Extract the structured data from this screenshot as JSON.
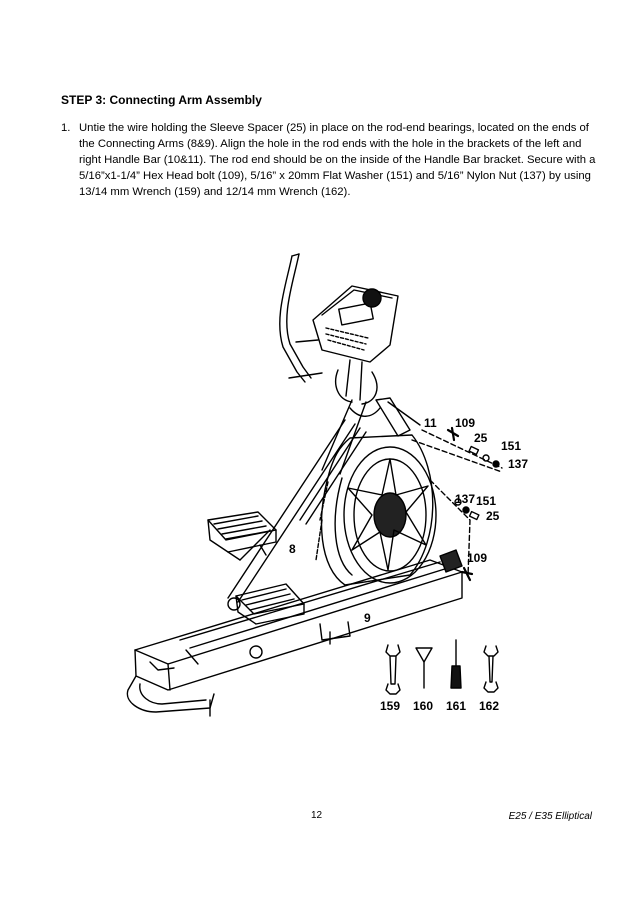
{
  "heading": "STEP 3: Connecting Arm Assembly",
  "steps": [
    {
      "number": "1.",
      "text": "Untie the wire holding the Sleeve Spacer (25) in place on the rod-end bearings, located on the ends of the Connecting Arms (8&9). Align the hole in the rod ends with the hole in the brackets of the left and right Handle Bar (10&11). The rod end should be on the inside of the Handle Bar bracket. Secure with a 5/16”x1-1/4” Hex Head bolt (109), 5/16” x 20mm Flat Washer (151) and 5/16” Nylon Nut (137) by using 13/14 mm Wrench (159) and 12/14 mm Wrench (162)."
    }
  ],
  "diagram": {
    "part_labels": [
      "11",
      "109",
      "25",
      "151",
      "137",
      "137",
      "151",
      "25",
      "109",
      "8",
      "9"
    ],
    "tool_labels": [
      "159",
      "160",
      "161",
      "162"
    ]
  },
  "footer": {
    "page_number": "12",
    "title": "E25  /  E35  Elliptical"
  }
}
